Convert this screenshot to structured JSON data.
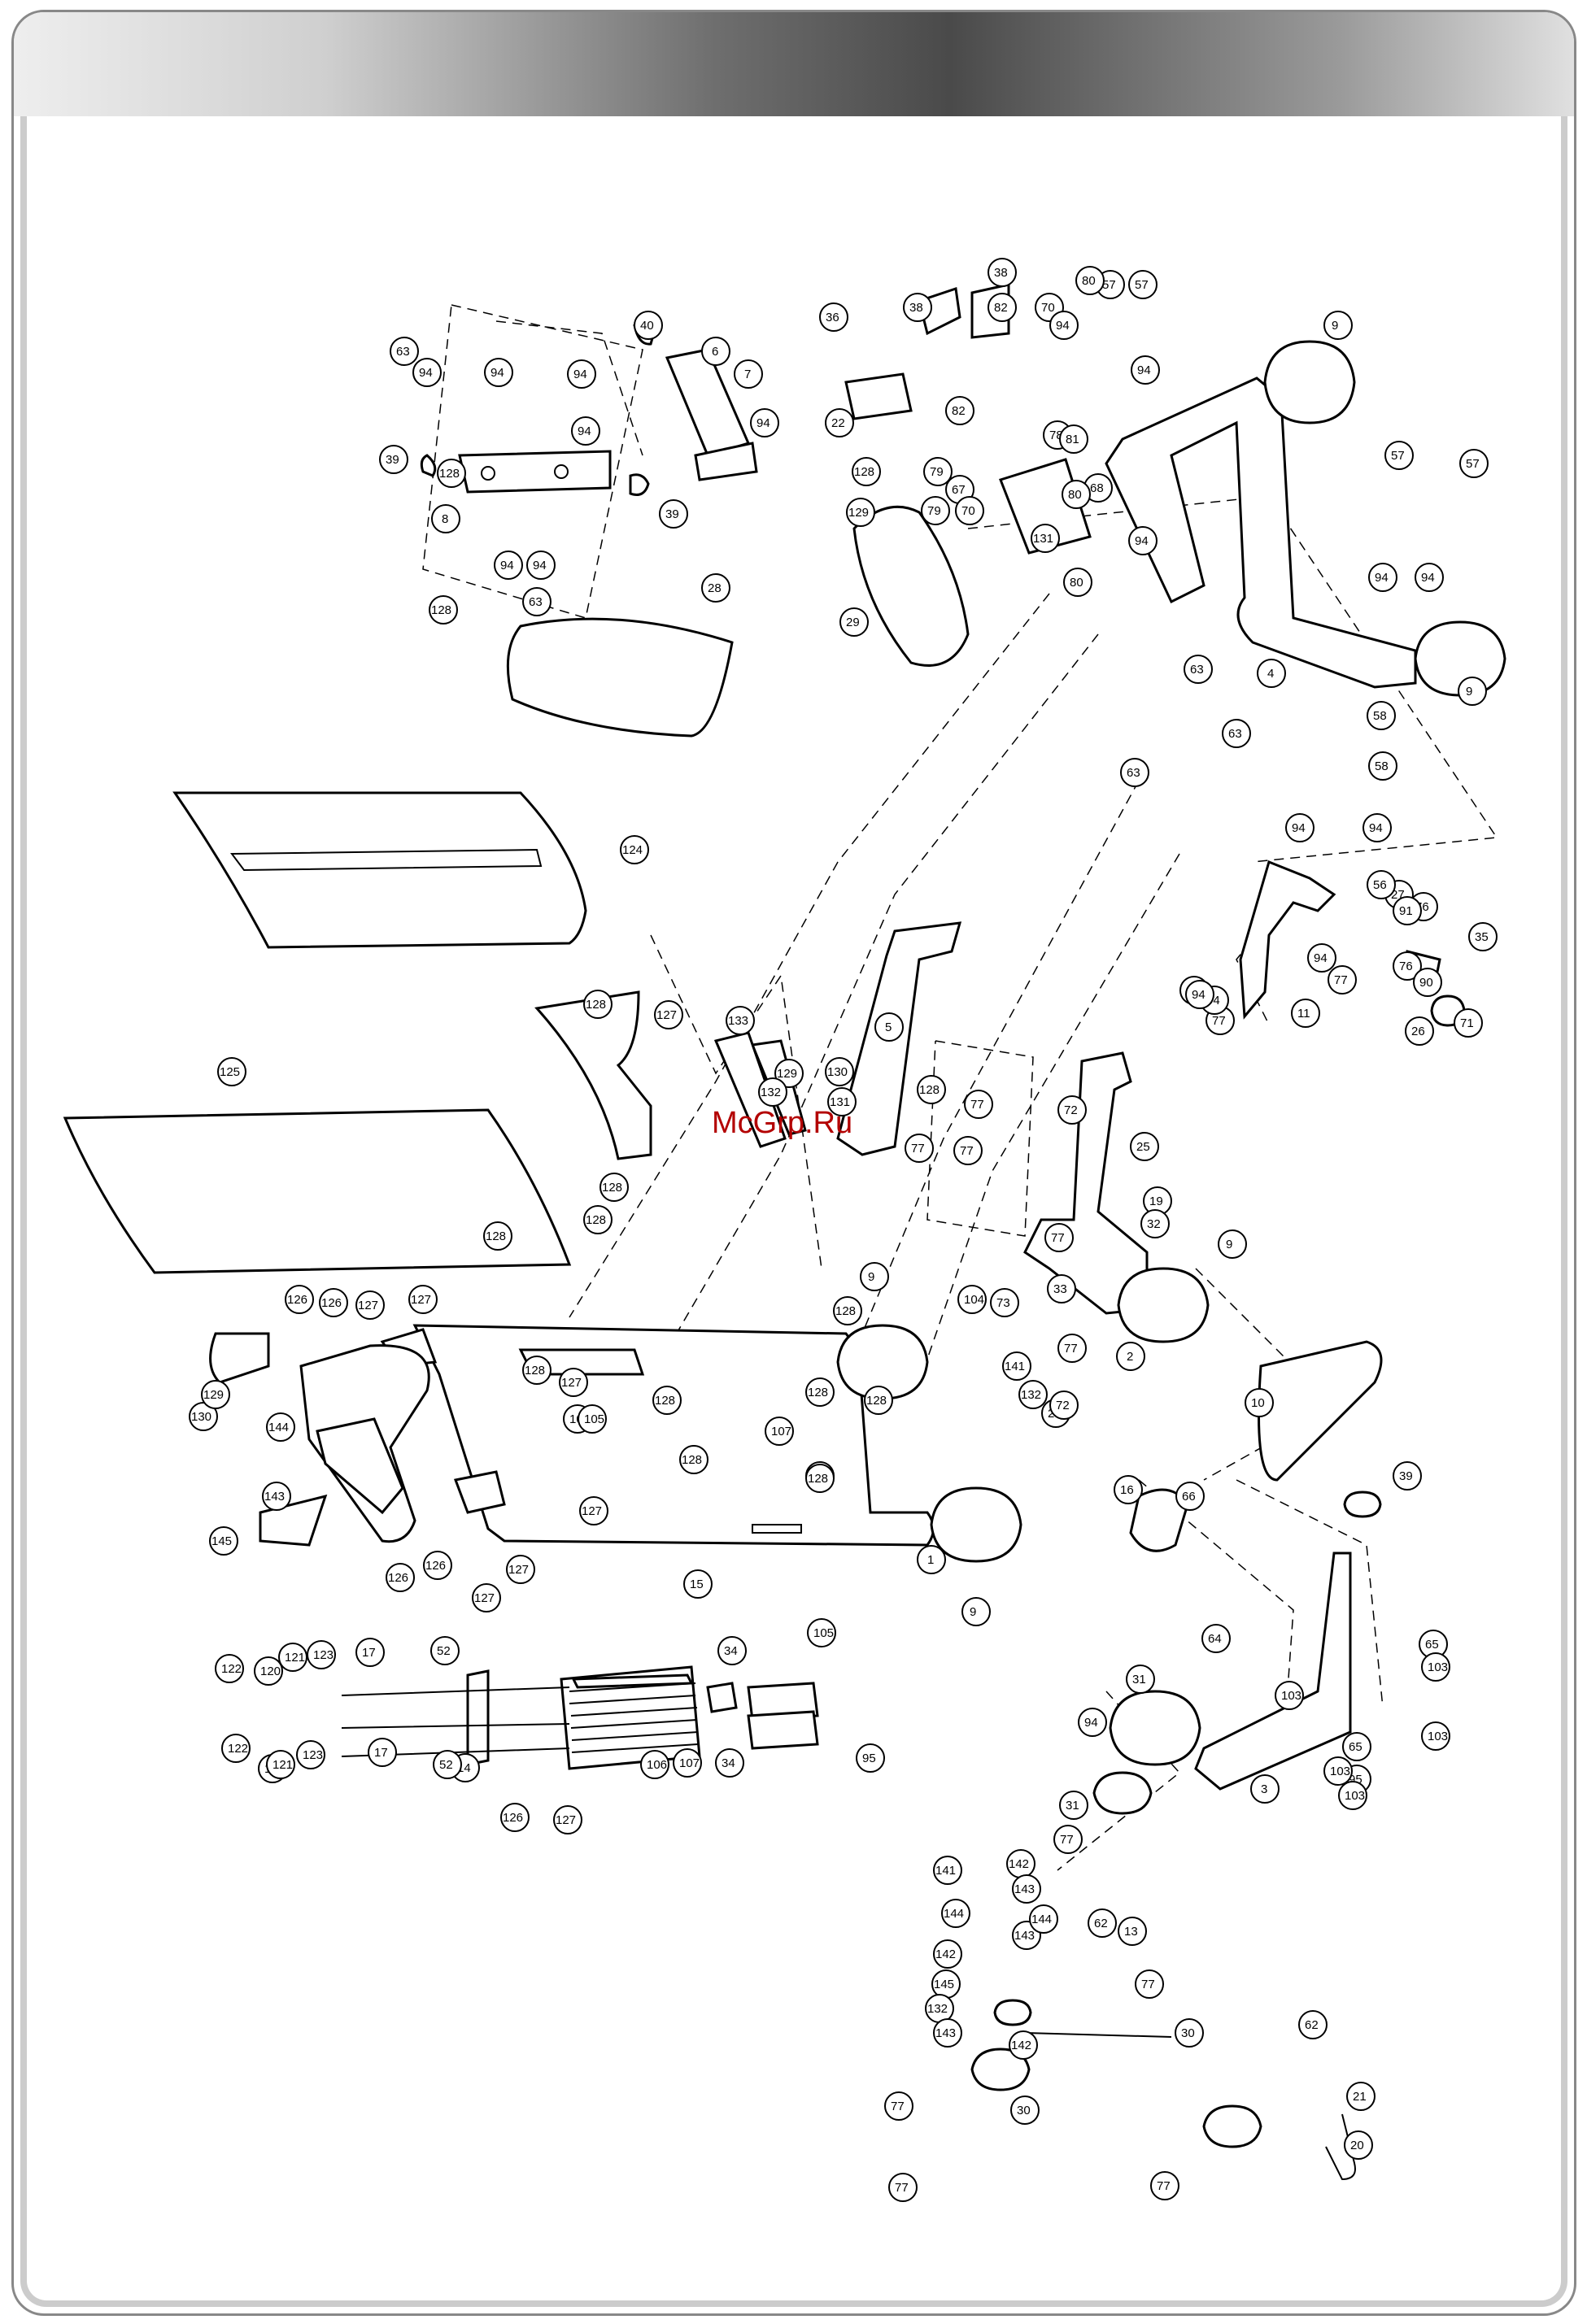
{
  "watermark": "McGrp.Ru",
  "callouts": [
    "1",
    "2",
    "3",
    "4",
    "5",
    "6",
    "7",
    "8",
    "9",
    "10",
    "11",
    "13",
    "14",
    "15",
    "16",
    "17",
    "19",
    "20",
    "21",
    "22",
    "25",
    "26",
    "27",
    "28",
    "29",
    "30",
    "31",
    "32",
    "33",
    "34",
    "35",
    "36",
    "38",
    "39",
    "40",
    "52",
    "56",
    "57",
    "58",
    "62",
    "63",
    "64",
    "65",
    "66",
    "67",
    "68",
    "70",
    "71",
    "72",
    "73",
    "74",
    "76",
    "77",
    "78",
    "79",
    "80",
    "81",
    "82",
    "84",
    "86",
    "90",
    "91",
    "92",
    "93",
    "94",
    "95",
    "102",
    "103",
    "104",
    "105",
    "106",
    "107",
    "120",
    "121",
    "122",
    "123",
    "124",
    "125",
    "126",
    "127",
    "128",
    "129",
    "130",
    "131",
    "132",
    "133",
    "141",
    "142",
    "143",
    "144",
    "145"
  ]
}
